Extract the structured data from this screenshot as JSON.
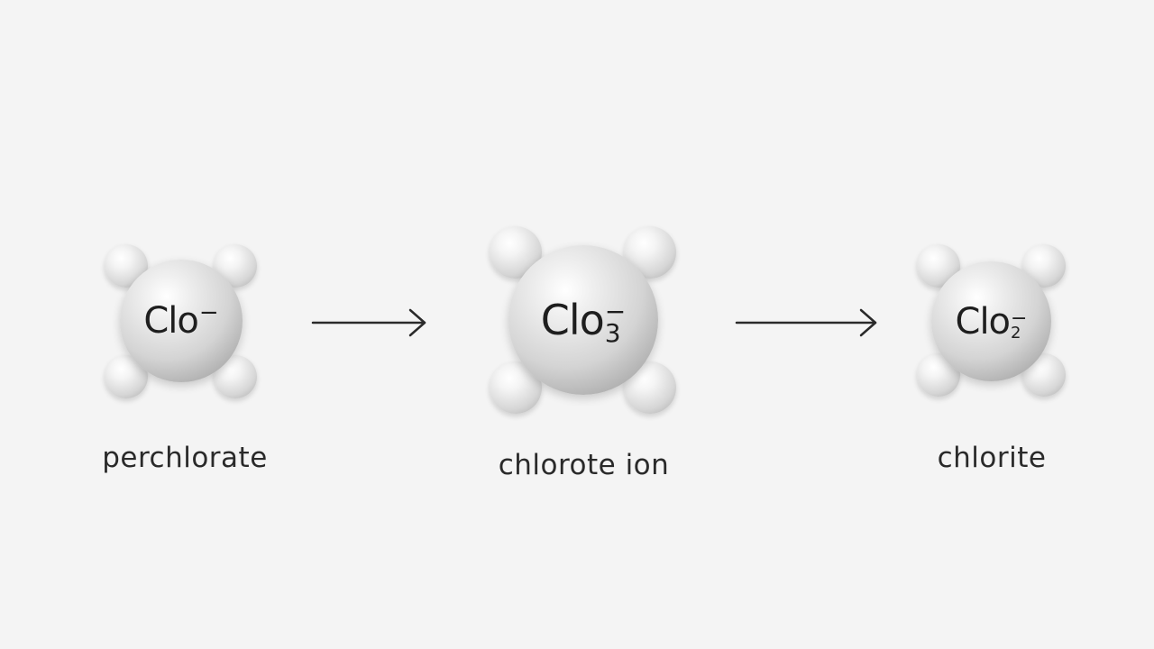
{
  "steps": [
    {
      "formula": "Clo",
      "subscript": "",
      "charge": "−",
      "name": "perchlorate"
    },
    {
      "formula": "Clo",
      "subscript": "3",
      "charge": "−",
      "name": "chlorote ion"
    },
    {
      "formula": "Clo",
      "subscript": "2",
      "charge": "−",
      "name": "chlorite"
    }
  ],
  "arrows": [
    "reaction-arrow",
    "reaction-arrow"
  ],
  "colors": {
    "background": "#f4f4f4",
    "atom": "#d4d4d4",
    "text": "#1e1e1e",
    "arrow": "#2a2a2a"
  }
}
